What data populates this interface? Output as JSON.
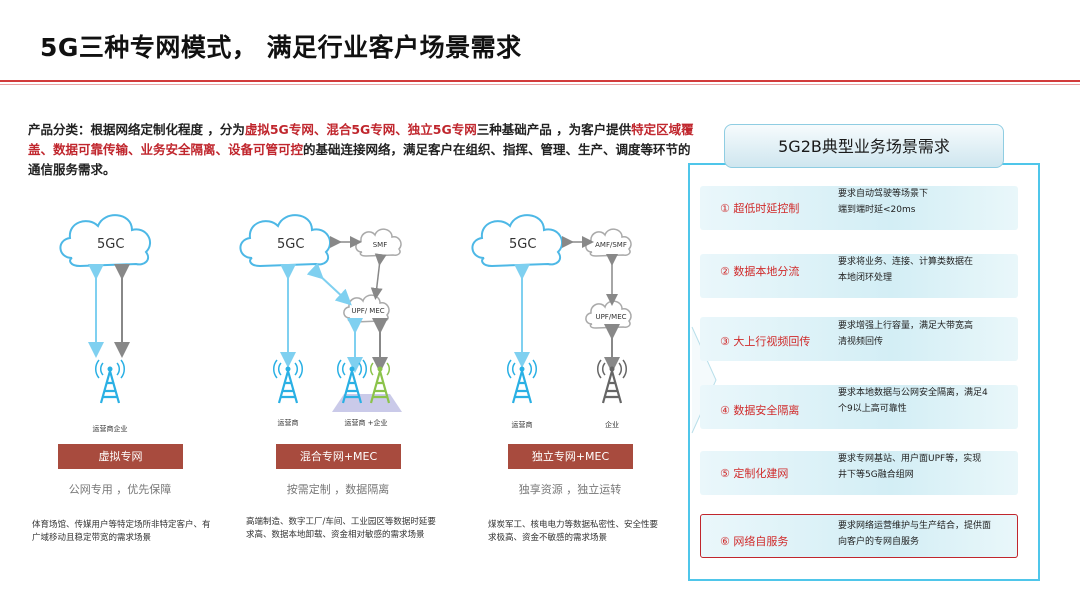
{
  "title": "5G三种专网模式， 满足行业客户场景需求",
  "intro": {
    "prefix": "产品分类：根据网络定制化程度 ，分为",
    "red1": "虚拟5G专网、混合5G专网、独立5G专网",
    "mid": "三种基础产品 ，为客户提供",
    "red2": "特定区域覆盖、数据可靠传输、业务安全隔离、设备可管可控",
    "suffix": "的基础连接网络，满足客户在组织、指挥、管理、生产、调度等环节的通信服务需求。"
  },
  "modes": [
    {
      "cloud": "5GC",
      "tower_label": "运营商企业",
      "button": "虚拟专网",
      "subtitle": "公网专用 ，优先保障",
      "desc": "体育场馆、传媒用户等特定场所非特定客户、有广域移动且稳定带宽的需求场景"
    },
    {
      "cloud": "5GC",
      "smf": "SMF",
      "upf": "UPF/ MEC",
      "tower_label1": "运营商",
      "tower_label2": "运营商 +企业",
      "button": "混合专网+MEC",
      "subtitle": "按需定制 ，数据隔离",
      "desc": "高端制造、数字工厂/车间、工业园区等数据时延要求高、数据本地卸载、资金相对敏感的需求场景"
    },
    {
      "cloud": "5GC",
      "smf": "AMF/SMF",
      "upf": "UPF/MEC",
      "tower_label1": "运营商",
      "tower_label2": "企业",
      "button": "独立专网+MEC",
      "subtitle": "独享资源 ，独立运转",
      "desc": "煤炭军工、核电电力等数据私密性、安全性要求极高、资金不敏感的需求场景"
    }
  ],
  "panel": {
    "header": "5G2B典型业务场景需求",
    "rows": [
      {
        "label": "① 超低时延控制",
        "text1": "要求自动驾驶等场景下",
        "text2": "端到端时延<20ms"
      },
      {
        "label": "② 数据本地分流",
        "text1": "要求将业务、连接、计算类数据在",
        "text2": "本地闭环处理"
      },
      {
        "label": "③ 大上行视频回传",
        "text1": "要求增强上行容量，满足大带宽高",
        "text2": "清视频回传"
      },
      {
        "label": "④ 数据安全隔离",
        "text1": "要求本地数据与公网安全隔离，满足4",
        "text2": "个9以上高可靠性"
      },
      {
        "label": "⑤ 定制化建网",
        "text1": "要求专网基站、用户面UPF等，实现",
        "text2": "井下等5G融合组网"
      },
      {
        "label": "⑥ 网络自服务",
        "text1": "要求网络运营维护与生产结合，提供面",
        "text2": "向客户的专网自服务"
      }
    ]
  },
  "colors": {
    "accent_red": "#c0262d",
    "button": "#a84b3e",
    "panel_border": "#4fc6ea",
    "cloud_stroke": "#4db8e6",
    "tower": "#2ab0e4"
  }
}
